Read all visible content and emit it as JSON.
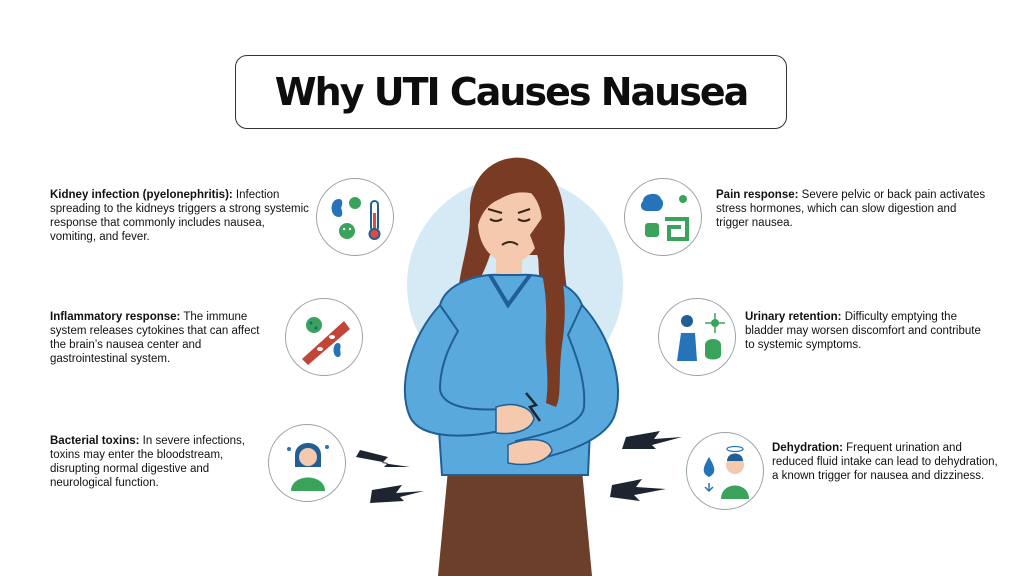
{
  "title": "Why UTI Causes Nausea",
  "colors": {
    "sweater": "#5aa9dc",
    "sweater_dark": "#1f5f95",
    "hair": "#7a3b25",
    "skin": "#f5c9ad",
    "pants": "#6b3f2a",
    "halo": "#d5eaf5",
    "icon_green": "#3aa35b",
    "icon_blue": "#2573b9"
  },
  "causes": {
    "kidney": {
      "heading": "Kidney infection (pyelonephritis):",
      "body": " Infection spreading to the kidneys triggers a strong systemic response that commonly includes nausea, vomiting, and fever.",
      "icon": "kidney-bacteria-thermometer-icon"
    },
    "inflammatory": {
      "heading": "Inflammatory response:",
      "body": " The immune system releases cytokines that can affect the brain’s nausea center and gastrointestinal system.",
      "icon": "blood-vessel-cytokine-icon"
    },
    "toxins": {
      "heading": "Bacterial toxins:",
      "body": " In severe infections, toxins may enter the bloodstream, disrupting normal digestive and neurological function.",
      "icon": "sick-person-icon"
    },
    "pain": {
      "heading": "Pain response:",
      "body": " Severe pelvic or back pain activates stress hormones, which can slow digestion and trigger nausea.",
      "icon": "brain-gut-icon"
    },
    "retention": {
      "heading": "Urinary retention:",
      "body": " Difficulty emptying the bladder may worsen discomfort and contribute to systemic symptoms.",
      "icon": "bladder-discomfort-icon"
    },
    "dehydration": {
      "heading": "Dehydration:",
      "body": " Frequent urination and reduced fluid intake can lead to dehydration, a known trigger for nausea and dizziness.",
      "icon": "water-drop-dizzy-icon"
    }
  }
}
